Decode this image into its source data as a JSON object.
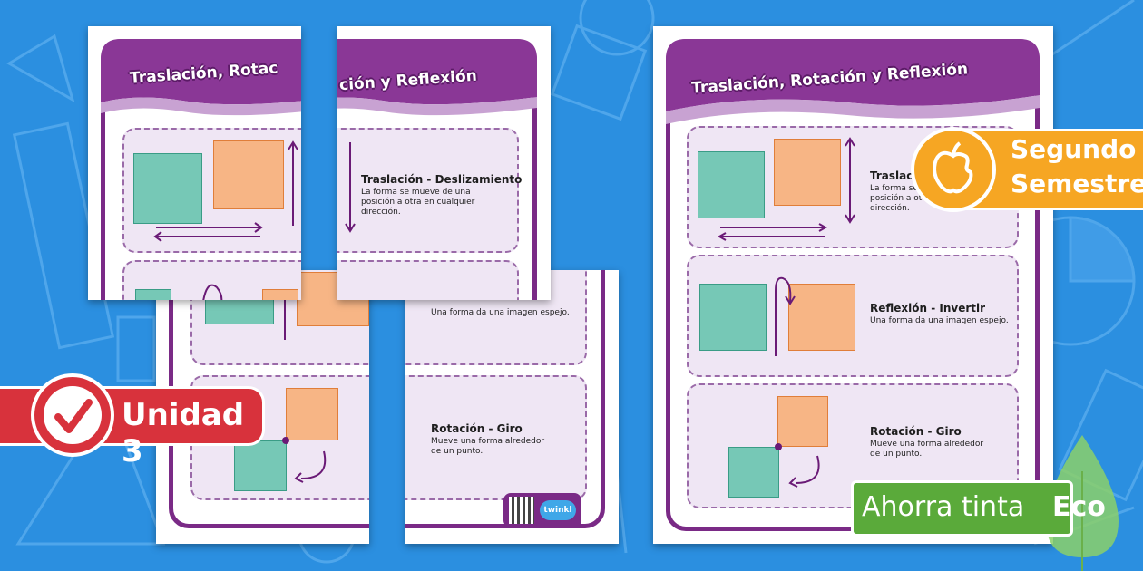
{
  "poster": {
    "title": "Traslación, Rotación y Reflexión",
    "title_part_left": "Traslación, Rotac",
    "title_part_right": "ción y Reflexión",
    "sections": [
      {
        "heading": "Traslación - Deslizamiento",
        "desc": "La forma se mueve de una posición a otra en cualquier dirección."
      },
      {
        "heading": "Reflexión - Invertir",
        "desc": "Una forma da una imagen espejo."
      },
      {
        "heading": "Rotación - Giro",
        "desc": "Mueve una forma alrededor de un punto."
      }
    ],
    "right_translation_heading": "Traslación",
    "right_translation_desc_l1": "La forma se",
    "right_translation_desc_l2": "posición a otra",
    "right_translation_desc_l3": "dirección.",
    "desc_l1": "La forma se mueve de una",
    "desc_l2": "posición a otra en cualquier",
    "desc_l3": "dirección.",
    "rot_l1": "Mueve una forma alrededor",
    "rot_l2": "de un punto.",
    "twinkl": "twinkl"
  },
  "badges": {
    "semester_line1": "Segundo",
    "semester_line2": "Semestre",
    "unit": "Unidad 3",
    "eco_text": "Ahorra tinta",
    "eco_tag": "Eco"
  },
  "colors": {
    "background": "#2b8fe0",
    "purple": "#7a2a86",
    "teal": "#76c8b6",
    "orange": "#f7b585",
    "semester": "#f6a623",
    "unit": "#d8323c",
    "eco": "#5aaa3a"
  }
}
